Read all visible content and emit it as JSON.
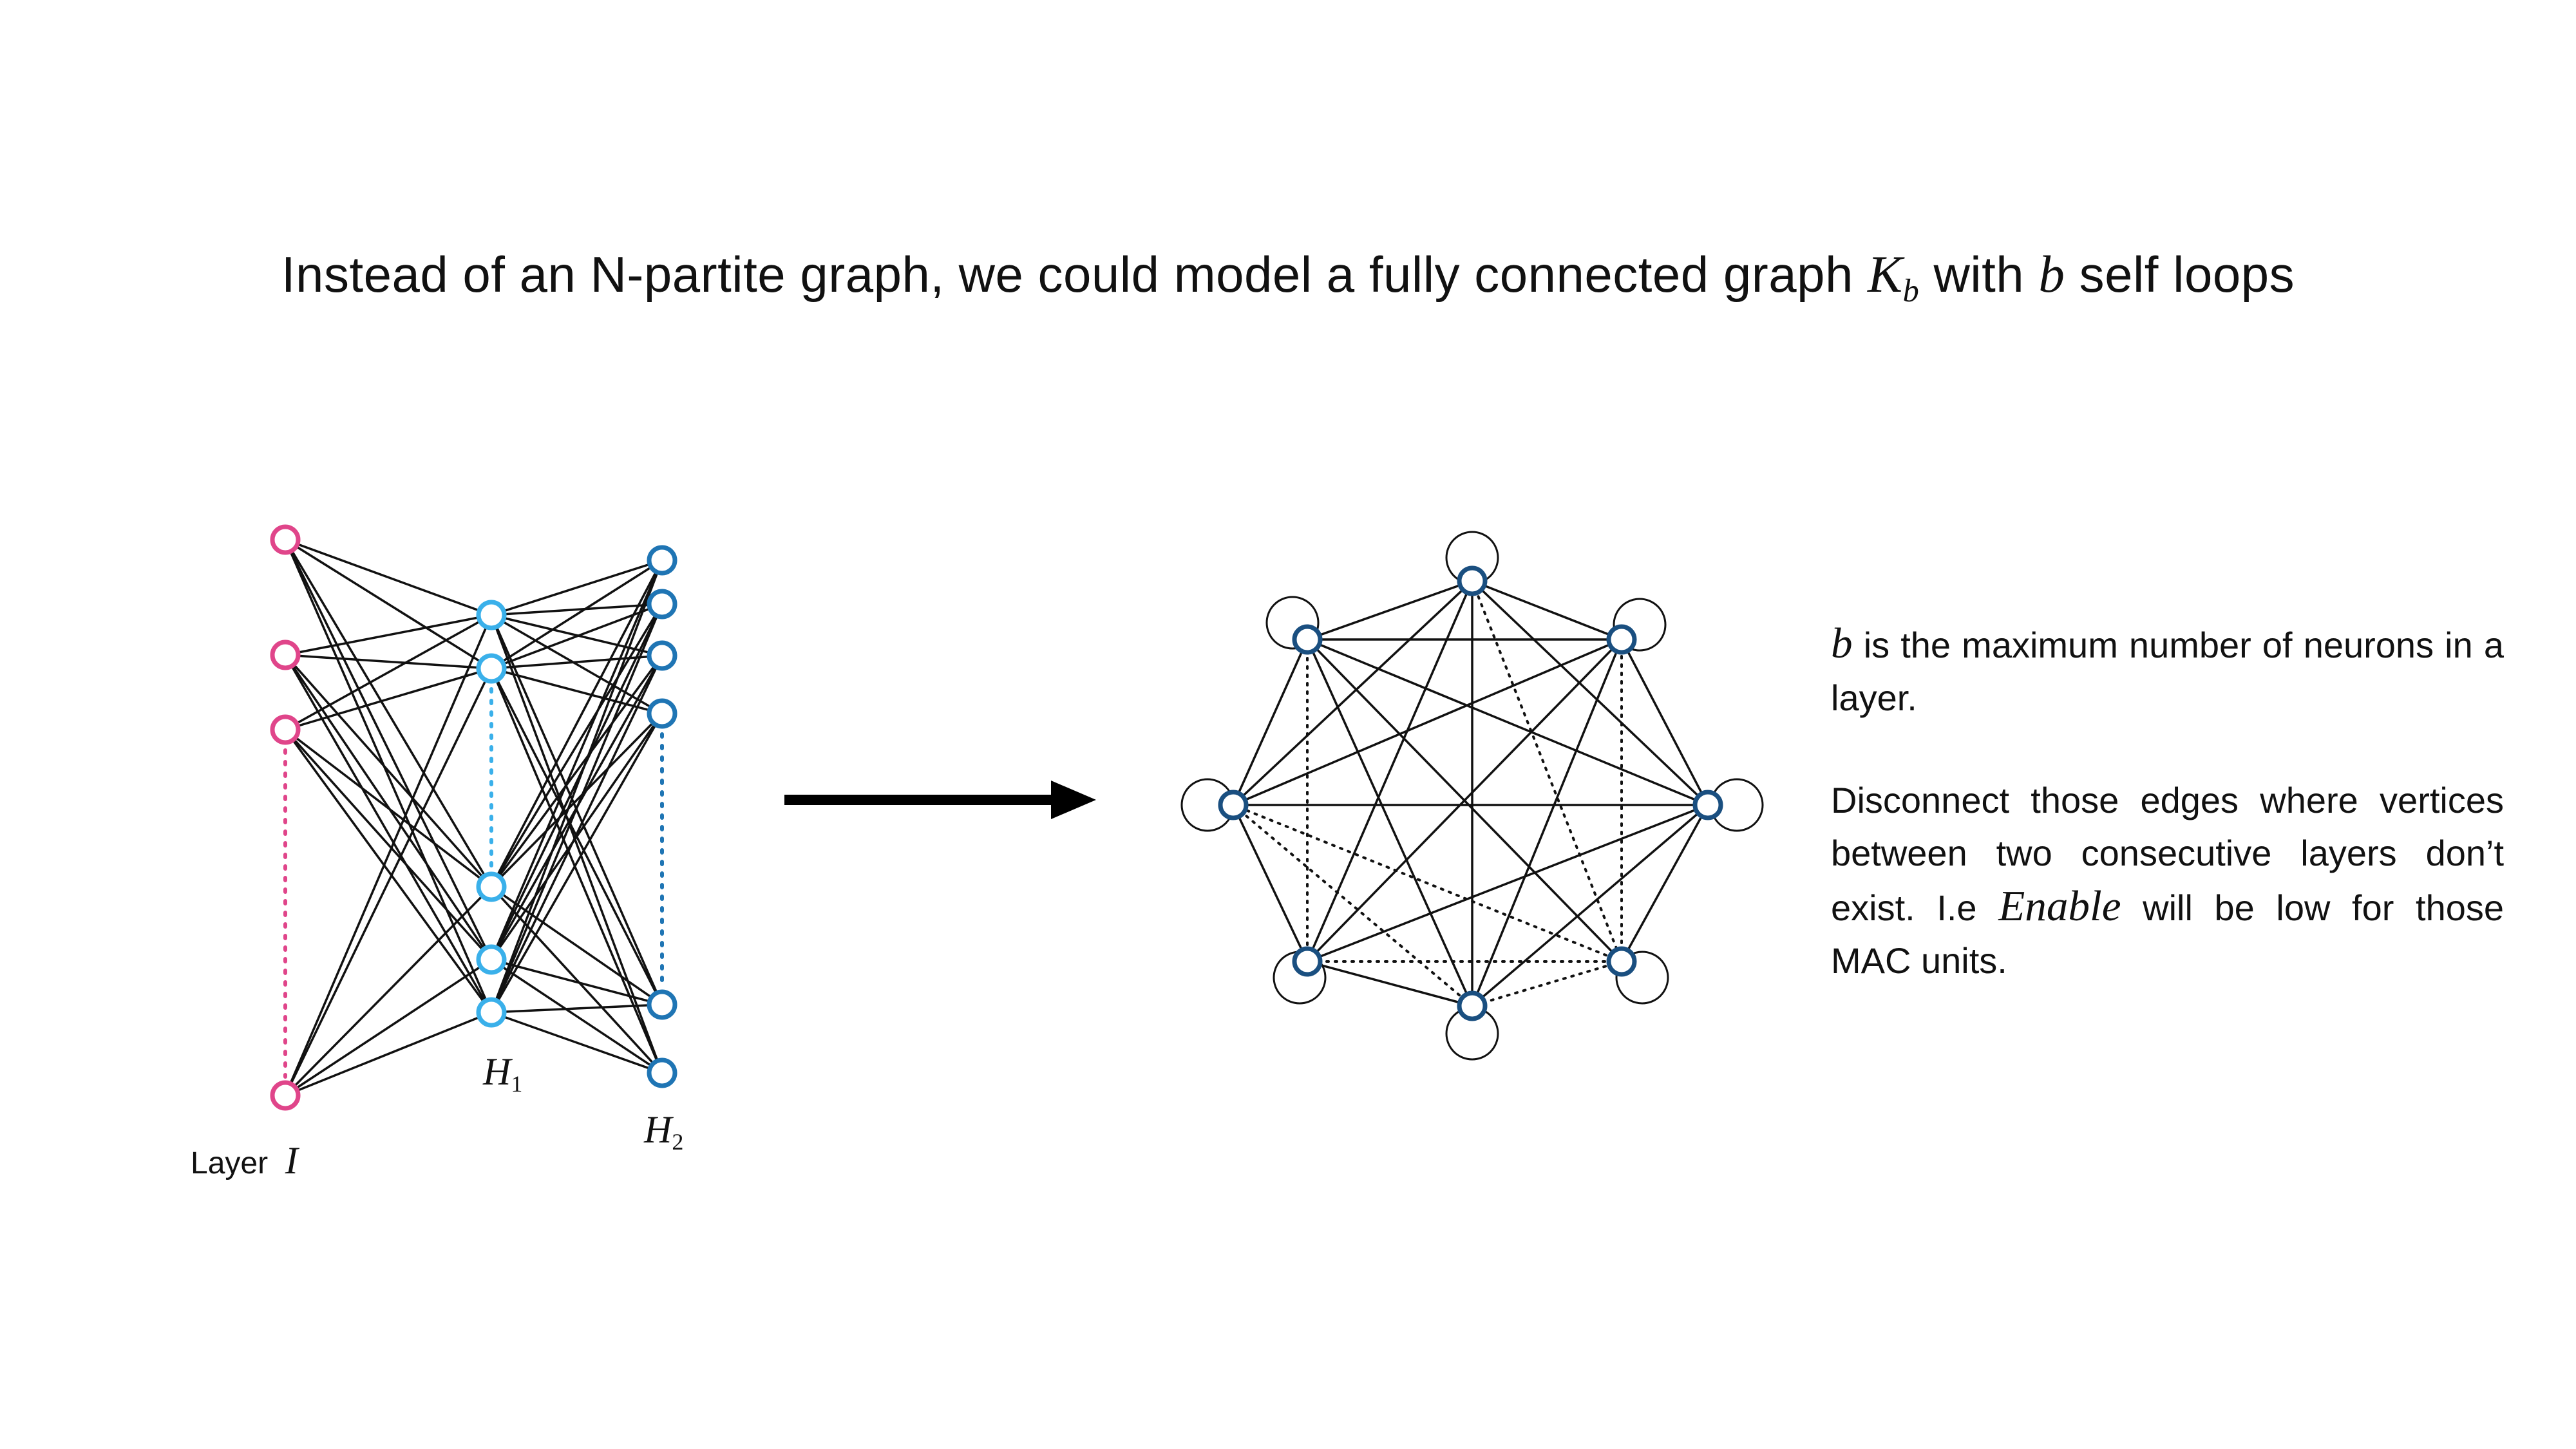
{
  "title": {
    "text_pre": "Instead of an N-partite graph, we could model a fully connected graph ",
    "math_k": "K",
    "math_k_sub": "b",
    "text_mid": " with ",
    "math_b": "b",
    "text_post": " self loops"
  },
  "labels": {
    "layer_text": "Layer",
    "layer_math": "I",
    "h1_main": "H",
    "h1_sub": "1",
    "h2_main": "H",
    "h2_sub": "2"
  },
  "description": {
    "para1_math": "b",
    "para1_text": " is the maximum number of neurons in a layer.",
    "para2_text_pre": "Disconnect those edges where vertices between two consecutive layers don’t exist. I.e ",
    "para2_math": "Enable",
    "para2_text_post": " will be low for those MAC units."
  },
  "colors": {
    "layer_i": "#e0458a",
    "layer_h1": "#3ab0ea",
    "layer_h2": "#1f75b4",
    "complete_node": "#1a4f80",
    "edge": "#111111",
    "arrow": "#000000"
  }
}
